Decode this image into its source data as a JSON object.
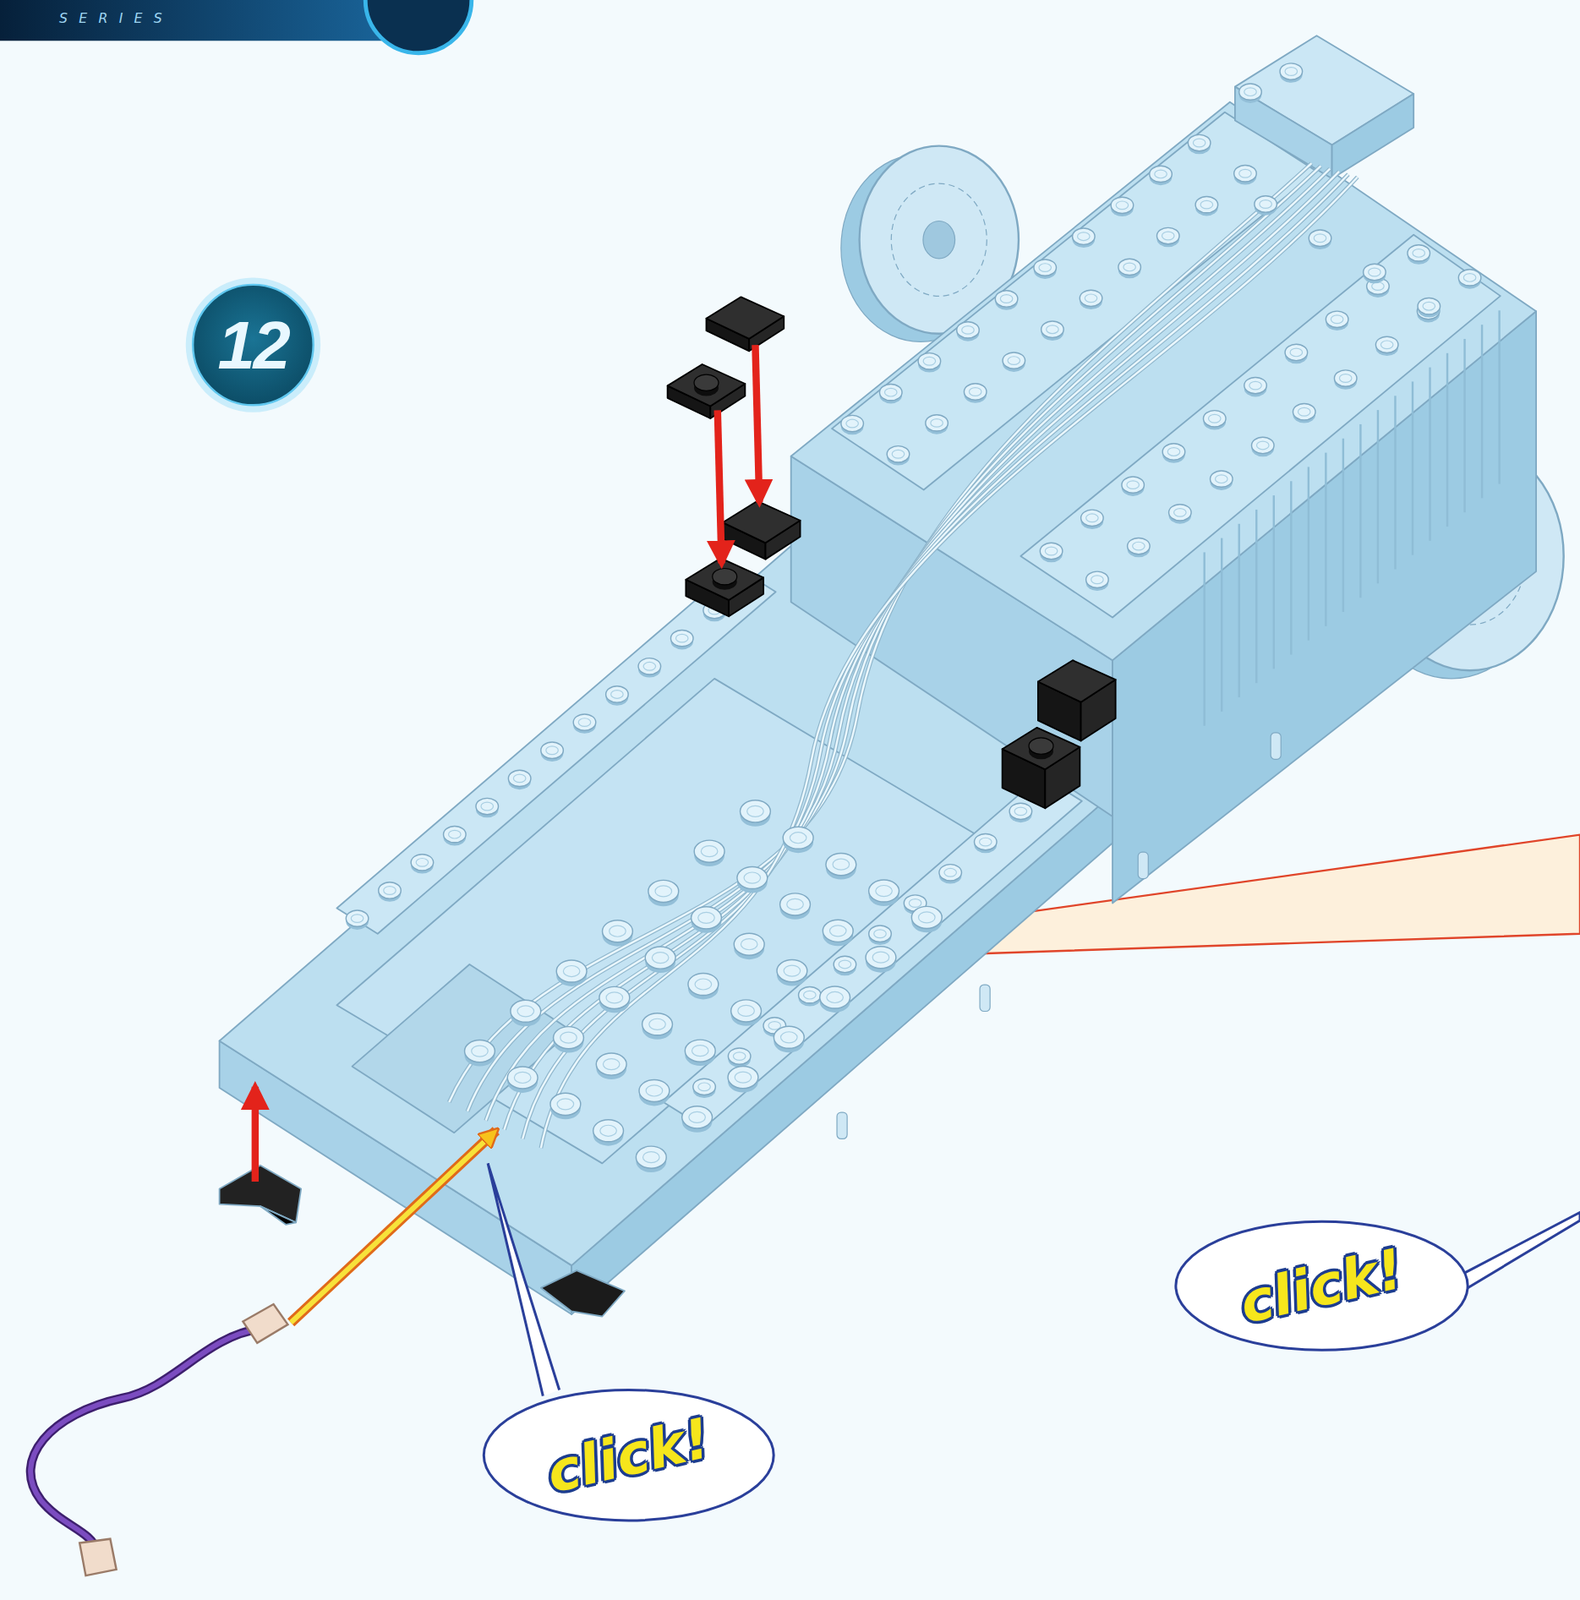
{
  "diagram": {
    "nodes": [
      {
        "text": [
          "12"
        ]
      },
      {
        "text": [
          "click!"
        ]
      },
      {
        "text": [
          "click!"
        ]
      }
    ],
    "labels": [
      "SERIES"
    ]
  }
}
